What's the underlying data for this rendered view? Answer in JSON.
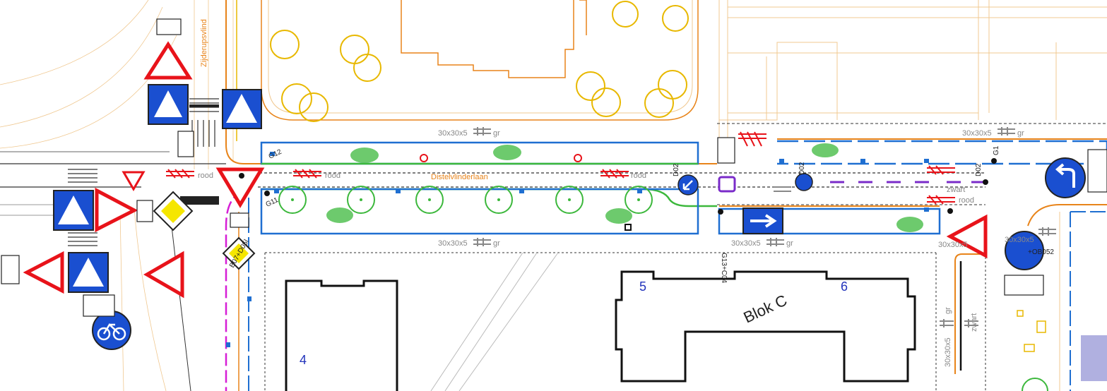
{
  "streets": {
    "main": "Distelvlinderlaan",
    "side": "Zijderupsvlind"
  },
  "building": {
    "name": "Blok C",
    "numbers": [
      "4",
      "5",
      "6"
    ]
  },
  "paving": {
    "tile": "30x30x5",
    "grey": "gr",
    "red": "rood",
    "black": "zwart"
  },
  "codes": {
    "g12": "G12",
    "g11": "G11",
    "g1": "G1",
    "d02": "D02",
    "g13c04": "G13+C04",
    "ob052": "+OB052",
    "b07d05l": "B07+D05l"
  },
  "colors": {
    "orange": "#e8841a",
    "yellow": "#e8b800",
    "green": "#3cb83c",
    "blue": "#1f6fd1",
    "red": "#e8131a",
    "magenta": "#d61fd6",
    "signBlue": "#1a4fd0"
  },
  "icons": [
    "yield-sign",
    "warning-triangle",
    "pedestrian-crossing-sign",
    "one-way-arrow-sign",
    "keep-right-sign",
    "bicycle-sign",
    "priority-road-sign",
    "tree-symbol",
    "shrub-symbol"
  ]
}
